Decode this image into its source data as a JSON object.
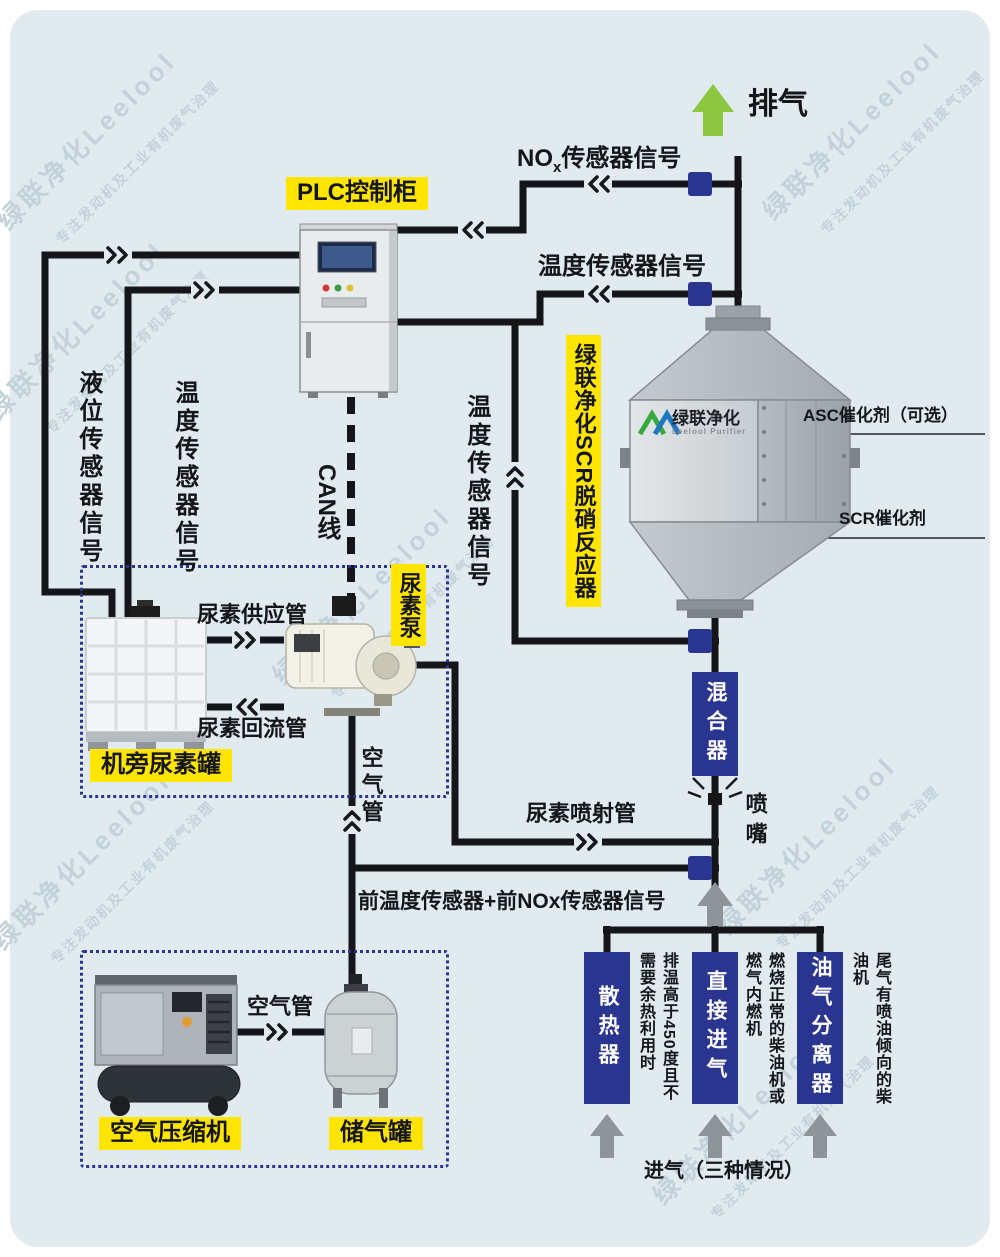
{
  "colors": {
    "background": "#e0eaef",
    "accent_yellow": "#ffe500",
    "accent_blue": "#2a3590",
    "accent_green": "#8dc63f",
    "line_black": "#14161a",
    "gray_arrow": "#8d949a"
  },
  "watermark": {
    "line1": "绿联净化Leelool",
    "line2": "专注发动机及工业有机废气治理"
  },
  "header": {
    "exhaust_label": "排气"
  },
  "plc": {
    "label": "PLC控制柜"
  },
  "signals": {
    "nox_pre": "NO",
    "nox_sub": "x",
    "nox_suf": "传感器信号",
    "temp_after": "温度传感器信号",
    "level": "液位传感器信号",
    "tank_temp": "温度传感器信号",
    "can": "CAN线",
    "temp_mid": "温度传感器信号",
    "pre_sensors": "前温度传感器+前NOx传感器信号"
  },
  "reactor": {
    "tag": "绿联净化SCR脱硝反应器",
    "logo_cn": "绿联净化",
    "logo_en": "Leelool Purifier",
    "asc_label": "ASC催化剂（可选）",
    "scr_label": "SCR催化剂"
  },
  "mixer_label": "混合器",
  "nozzle_label": "喷嘴",
  "urea": {
    "pump_tag": "尿素泵",
    "supply_label": "尿素供应管",
    "return_label": "尿素回流管",
    "tank_tag": "机旁尿素罐",
    "injection_label": "尿素喷射管",
    "air_pipe_vertical": "空气管"
  },
  "air": {
    "compressor_tag": "空气压缩机",
    "tank_tag": "储气罐",
    "pipe_label": "空气管"
  },
  "intake": {
    "caption": "进气（三种情况）",
    "boxes": [
      {
        "label": "散热器",
        "note": "排温高于450度且不需要余热利用时"
      },
      {
        "label": "直接进气",
        "note": "燃烧正常的柴油机或燃气内燃机"
      },
      {
        "label": "油气分离器",
        "note": "尾气有喷油倾向的柴油机"
      }
    ]
  }
}
